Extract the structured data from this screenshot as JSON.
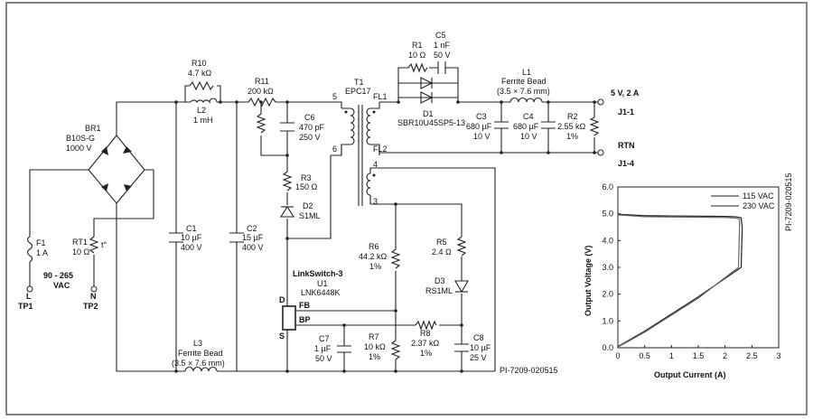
{
  "components": {
    "br1": {
      "name": "BR1",
      "part": "B10S-G",
      "rating": "1000 V"
    },
    "f1": {
      "name": "F1",
      "value": "1 A"
    },
    "rt1": {
      "name": "RT1",
      "value": "10 Ω"
    },
    "input": {
      "range": "90 - 265",
      "unit": "VAC"
    },
    "l_term": {
      "label": "L",
      "tp": "TP1"
    },
    "n_term": {
      "label": "N",
      "tp": "TP2"
    },
    "r10": {
      "name": "R10",
      "value": "4.7 kΩ"
    },
    "l2": {
      "name": "L2",
      "value": "1 mH"
    },
    "r11": {
      "name": "R11",
      "value": "200 kΩ"
    },
    "c1": {
      "name": "C1",
      "value": "10 µF",
      "rating": "400 V"
    },
    "c2": {
      "name": "C2",
      "value": "15 µF",
      "rating": "400 V"
    },
    "l3": {
      "name": "L3",
      "part": "Ferrite Bead",
      "size": "(3.5 × 7.6 mm)"
    },
    "c6": {
      "name": "C6",
      "value": "470 pF",
      "rating": "250 V"
    },
    "r3": {
      "name": "R3",
      "value": "150 Ω"
    },
    "d2": {
      "name": "D2",
      "part": "S1ML"
    },
    "t1": {
      "name": "T1",
      "part": "EPC17",
      "pin5": "5",
      "pin6": "6",
      "pin4": "4",
      "pin3": "3",
      "fl1": "FL1",
      "fl2": "FL2"
    },
    "r1": {
      "name": "R1",
      "value": "10 Ω"
    },
    "c5": {
      "name": "C5",
      "value": "1 nF",
      "rating": "50 V"
    },
    "d1": {
      "name": "D1",
      "part": "SBR10U45SP5-13"
    },
    "l1": {
      "name": "L1",
      "part": "Ferrite Bead",
      "size": "(3.5 × 7.6 mm)"
    },
    "c3": {
      "name": "C3",
      "value": "680 µF",
      "rating": "10 V"
    },
    "c4": {
      "name": "C4",
      "value": "680 µF",
      "rating": "10 V"
    },
    "r2": {
      "name": "R2",
      "value": "2.55 kΩ",
      "tol": "1%"
    },
    "out": {
      "rating": "5 V, 2 A",
      "j1": "J1-1",
      "rtn": "RTN",
      "j4": "J1-4"
    },
    "u1": {
      "title": "LinkSwitch-3",
      "name": "U1",
      "part": "LNK6448K",
      "d": "D",
      "s": "S",
      "fb": "FB",
      "bp": "BP"
    },
    "r6": {
      "name": "R6",
      "value": "44.2 kΩ",
      "tol": "1%"
    },
    "r5": {
      "name": "R5",
      "value": "2.4 Ω"
    },
    "d3": {
      "name": "D3",
      "part": "RS1ML"
    },
    "c7": {
      "name": "C7",
      "value": "1 µF",
      "rating": "50 V"
    },
    "r7": {
      "name": "R7",
      "value": "10 kΩ",
      "tol": "1%"
    },
    "r8": {
      "name": "R8",
      "value": "2.37 kΩ",
      "tol": "1%"
    },
    "c8": {
      "name": "C8",
      "value": "10 µF",
      "rating": "25 V"
    }
  },
  "figure_ids": {
    "schematic": "PI-7209-020515",
    "graph": "PI-7209-020515"
  },
  "chart_data": {
    "type": "line",
    "xlabel": "Output Current (A)",
    "ylabel": "Output Voltage (V)",
    "xlim": [
      0,
      3
    ],
    "ylim": [
      0,
      6
    ],
    "x_ticks": [
      "0",
      "0.5",
      "1",
      "1.5",
      "2",
      "2.5",
      "3"
    ],
    "y_ticks": [
      "0.0",
      "1.0",
      "2.0",
      "3.0",
      "4.0",
      "5.0",
      "6.0"
    ],
    "grid": false,
    "legend_position": "top-right",
    "series": [
      {
        "name": "115 VAC",
        "points": [
          [
            0,
            4.98
          ],
          [
            0.5,
            4.93
          ],
          [
            1,
            4.92
          ],
          [
            1.5,
            4.91
          ],
          [
            2,
            4.9
          ],
          [
            2.2,
            4.89
          ],
          [
            2.3,
            4.85
          ],
          [
            2.32,
            4.5
          ],
          [
            2.3,
            3.0
          ],
          [
            1.5,
            1.9
          ],
          [
            0.5,
            0.62
          ],
          [
            0.05,
            0.1
          ],
          [
            0,
            0.05
          ]
        ]
      },
      {
        "name": "230 VAC",
        "points": [
          [
            0,
            4.96
          ],
          [
            0.5,
            4.89
          ],
          [
            1,
            4.88
          ],
          [
            1.5,
            4.87
          ],
          [
            2,
            4.86
          ],
          [
            2.2,
            4.84
          ],
          [
            2.27,
            4.8
          ],
          [
            2.27,
            4.5
          ],
          [
            2.25,
            3.0
          ],
          [
            1.5,
            1.85
          ],
          [
            0.5,
            0.58
          ],
          [
            0.05,
            0.08
          ],
          [
            0,
            0.03
          ]
        ]
      }
    ]
  }
}
